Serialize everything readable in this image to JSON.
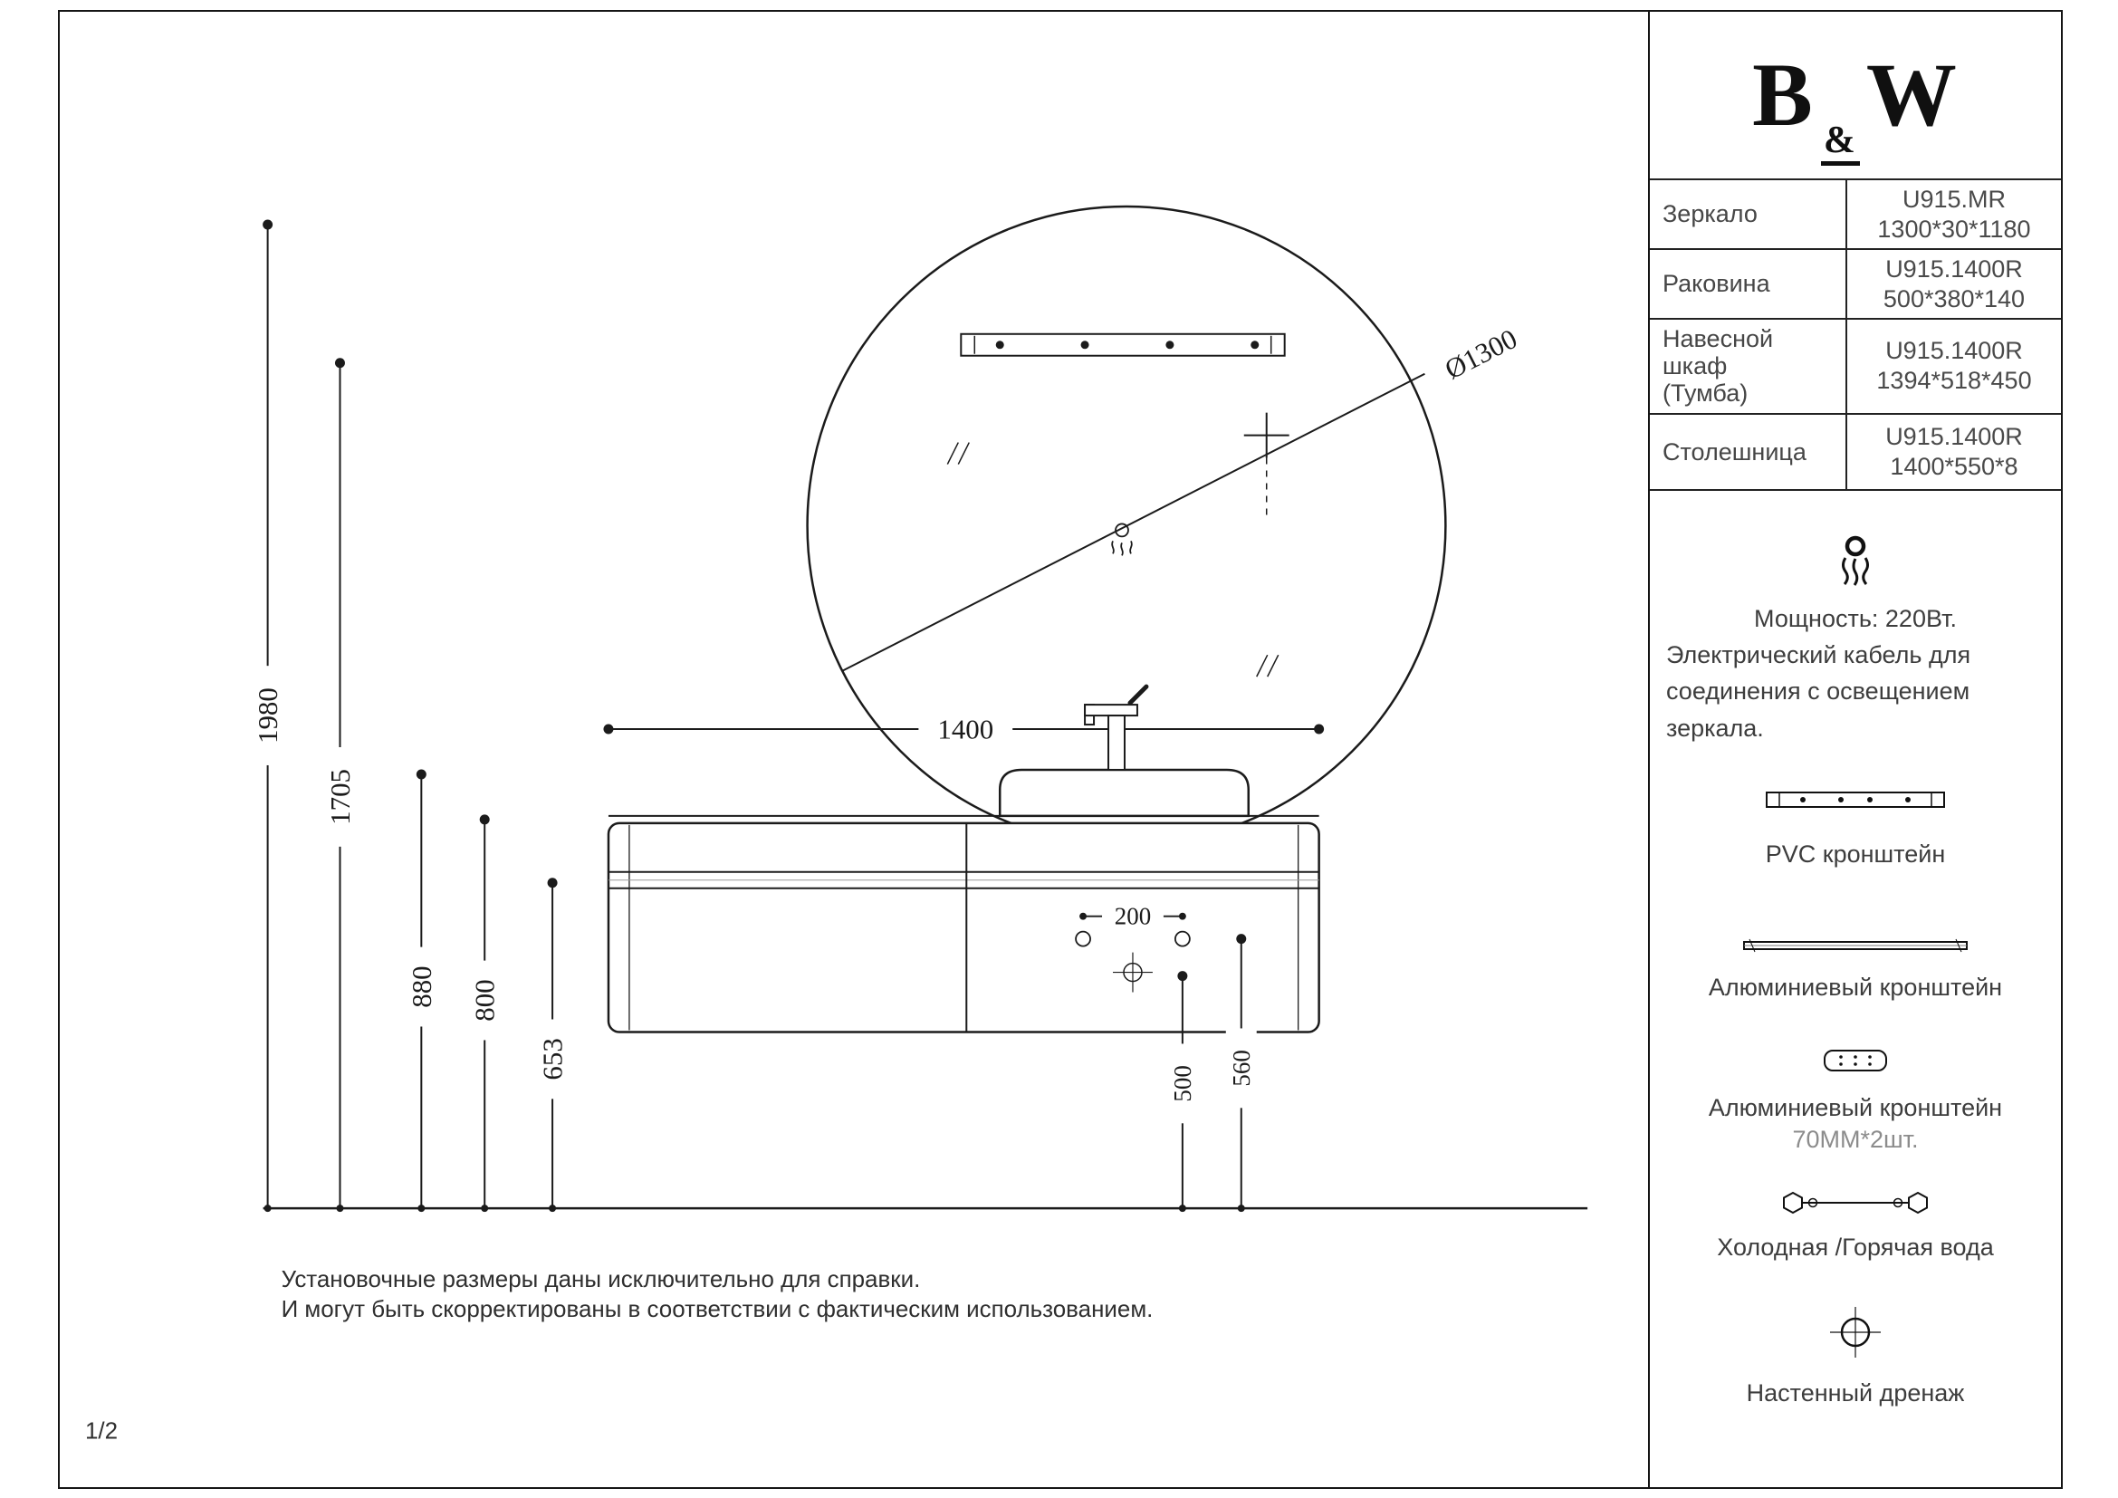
{
  "page": {
    "number": "1/2",
    "note1": "Установочные размеры даны исключительно для справки.",
    "note2": "И могут быть скорректированы в соответствии с фактическим использованием."
  },
  "logo": {
    "left": "B",
    "amp": "&",
    "right": "W"
  },
  "table": {
    "rows": [
      {
        "name": "Зеркало",
        "model": "U915.MR",
        "size": "1300*30*1180"
      },
      {
        "name": "Раковина",
        "model": "U915.1400R",
        "size": "500*380*140"
      },
      {
        "name": "Навесной\nшкаф\n(Тумба)",
        "model": "U915.1400R",
        "size": "1394*518*450"
      },
      {
        "name": "Столешница",
        "model": "U915.1400R",
        "size": "1400*550*8"
      }
    ]
  },
  "legend": {
    "power_title": "Мощность: 220Вт.",
    "power_text": "Электрический кабель для соединения с освещением зеркала.",
    "pvc": "PVC кронштейн",
    "alu": "Алюминиевый кронштейн",
    "alu2": "Алюминиевый кронштейн",
    "alu2_qty": "70MM*2шт.",
    "water": "Холодная /Горячая вода",
    "drain": "Настенный дренаж"
  },
  "dims": {
    "h1980": "1980",
    "h1705": "1705",
    "h880": "880",
    "h800": "800",
    "h653": "653",
    "w1400": "1400",
    "s200": "200",
    "v500": "500",
    "v560": "560",
    "dia": "Ø1300"
  }
}
